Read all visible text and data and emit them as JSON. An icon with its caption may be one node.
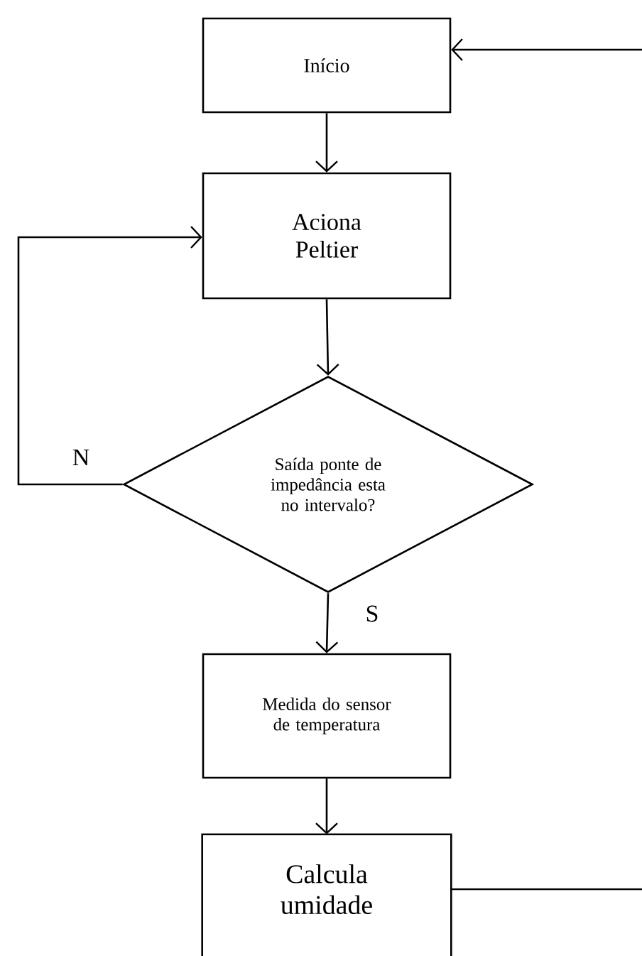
{
  "diagram": {
    "nodes": [
      {
        "text": [
          "Início"
        ]
      },
      {
        "text": [
          "Aciona Peltier"
        ]
      },
      {
        "text": [
          "Saída ponte de impedância esta no intervalo?"
        ]
      },
      {
        "text": [
          "Medida do sensor de temperatura"
        ]
      },
      {
        "text": [
          "Calcula umidade"
        ]
      }
    ],
    "edges": [
      {
        "from": 0,
        "to": 1,
        "arrow": "to"
      },
      {
        "from": 1,
        "to": 2,
        "arrow": "to"
      },
      {
        "from": 2,
        "to": 3,
        "arrow": "to",
        "label": "S"
      },
      {
        "from": 3,
        "to": 4,
        "arrow": "to"
      },
      {
        "from": 2,
        "to": 1,
        "arrow": "to",
        "label": "N"
      },
      {
        "from": 4,
        "to": null,
        "arrow": "none"
      },
      {
        "from": null,
        "to": 0,
        "arrow": "to"
      }
    ]
  }
}
